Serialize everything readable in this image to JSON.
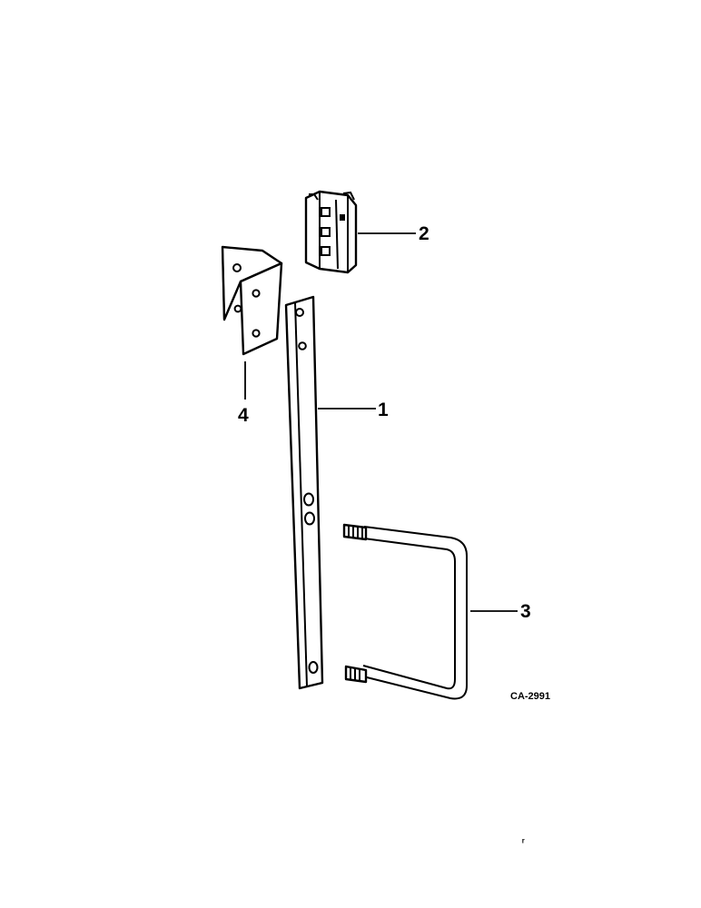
{
  "diagram": {
    "callouts": {
      "part1": "1",
      "part2": "2",
      "part3": "3",
      "part4": "4"
    },
    "drawing_code": "CA-2991",
    "page_mark": "ʳ"
  },
  "colors": {
    "ink": "#000000",
    "paper": "#ffffff"
  }
}
